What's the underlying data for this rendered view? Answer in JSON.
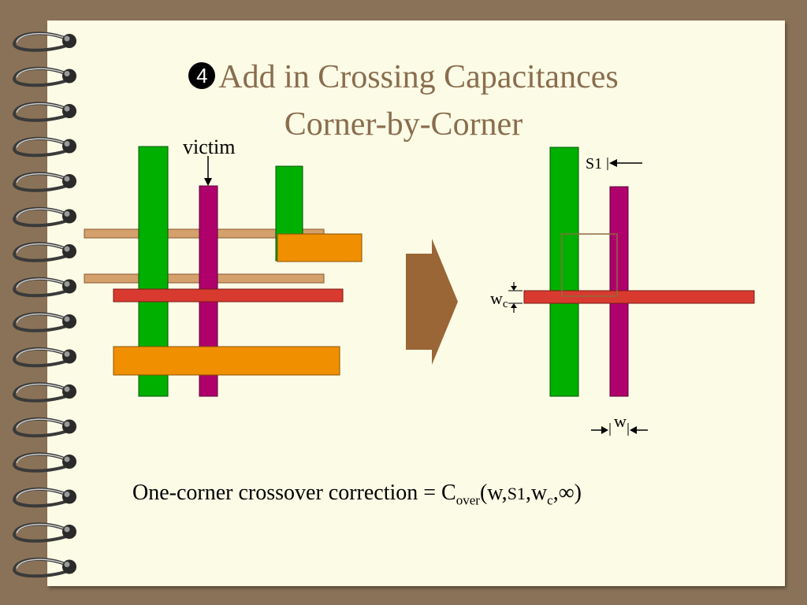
{
  "slide": {
    "bullet_number": "❹",
    "title_line1": "Add in Crossing Capacitances",
    "title_line2": "Corner-by-Corner"
  },
  "diagram": {
    "victim_label": "victim",
    "s1_label": "S1",
    "wc_label_main": "w",
    "wc_label_sub": "c",
    "w_label": "w"
  },
  "formula": {
    "prefix": "One-corner crossover correction = C",
    "sub_over": "over",
    "args_open": "(w,",
    "s1": "S1",
    "comma_w": ",w",
    "sub_c": "c",
    "tail": ",∞)"
  },
  "colors": {
    "green": "#00b000",
    "magenta": "#b0006c",
    "red": "#d83a30",
    "orange": "#f09000",
    "tan": "#d4a06c",
    "arrow": "#9a6636",
    "title": "#8a6d4e",
    "page": "#fbfbe6",
    "background": "#8a7258"
  }
}
